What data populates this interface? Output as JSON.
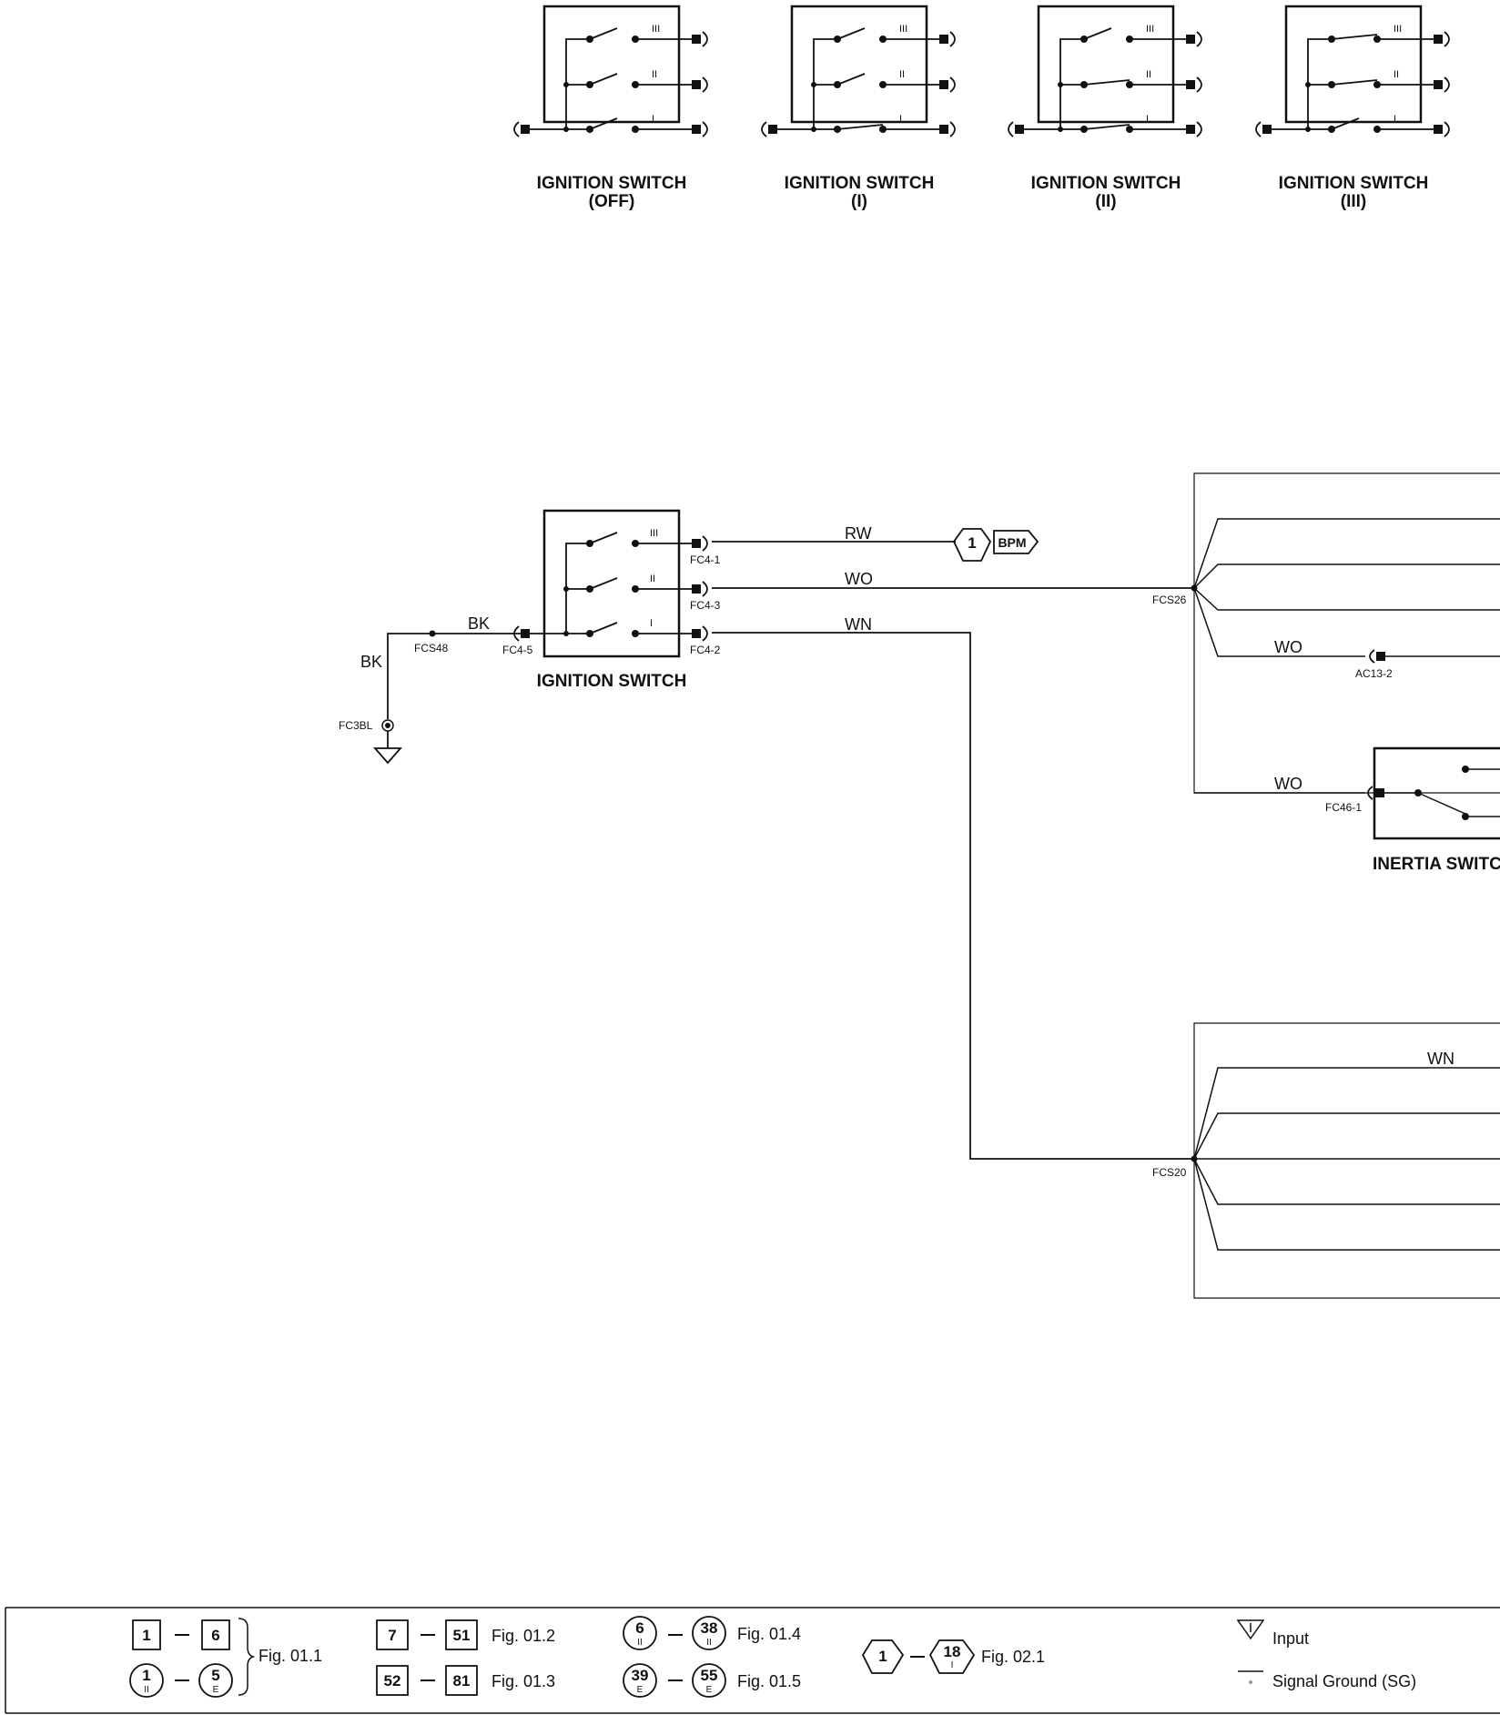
{
  "switch_positions": [
    {
      "label": "IGNITION SWITCH",
      "position": "(OFF)",
      "pins": [
        "III",
        "II",
        "I"
      ]
    },
    {
      "label": "IGNITION SWITCH",
      "position": "(I)",
      "pins": [
        "III",
        "II",
        "I"
      ]
    },
    {
      "label": "IGNITION SWITCH",
      "position": "(II)",
      "pins": [
        "III",
        "II",
        "I"
      ]
    },
    {
      "label": "IGNITION SWITCH",
      "position": "(III)",
      "pins": [
        "III",
        "II",
        "I"
      ]
    }
  ],
  "main_switch": {
    "label": "IGNITION SWITCH",
    "pins": [
      "III",
      "II",
      "I"
    ],
    "connectors": {
      "in": "FC4-5",
      "iii": "FC4-1",
      "ii": "FC4-3",
      "i": "FC4-2"
    }
  },
  "ground": {
    "wire_top": "BK",
    "wire_side": "BK",
    "splice": "FCS48",
    "point": "FC3BL"
  },
  "wires": {
    "rw": "RW",
    "wo": "WO",
    "wn": "WN",
    "wo_ac": "WO",
    "wo_inertia": "WO",
    "wn_right": "WN"
  },
  "offpage": {
    "number": "1",
    "tag": "BPM"
  },
  "splices": {
    "upper": "FCS26",
    "lower": "FCS20"
  },
  "connectors_right": {
    "ac": "AC13-2",
    "inertia": "FC46-1"
  },
  "inertia_switch": {
    "label": "INERTIA SWITCH"
  },
  "legend": {
    "row1_a": "1",
    "row1_b": "6",
    "fig_a": "Fig. 01.1",
    "row2_a": "1",
    "row2_a_sub": "II",
    "row2_b": "5",
    "row2_b_sub": "E",
    "col2_r1_a": "7",
    "col2_r1_b": "51",
    "col2_r1_fig": "Fig. 01.2",
    "col2_r2_a": "52",
    "col2_r2_b": "81",
    "col2_r2_fig": "Fig. 01.3",
    "col3_r1_a": "6",
    "col3_r1_a_sub": "II",
    "col3_r1_b": "38",
    "col3_r1_b_sub": "II",
    "col3_r1_fig": "Fig. 01.4",
    "col3_r2_a": "39",
    "col3_r2_a_sub": "E",
    "col3_r2_b": "55",
    "col3_r2_b_sub": "E",
    "col3_r2_fig": "Fig. 01.5",
    "col4_a": "1",
    "col4_b": "18",
    "col4_b_sub": "I",
    "col4_fig": "Fig. 02.1",
    "input": "Input",
    "signal_ground": "Signal Ground (SG)"
  }
}
